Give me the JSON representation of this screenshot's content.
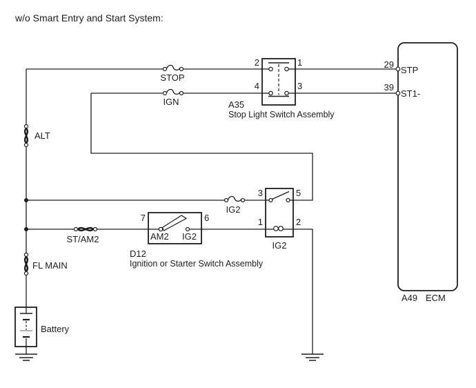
{
  "title": "w/o Smart Entry and Start System:",
  "stop_switch": {
    "code": "A35",
    "name": "Stop Light Switch Assembly",
    "pin_2": "2",
    "pin_1": "1",
    "pin_4": "4",
    "pin_3": "3"
  },
  "ignition_switch": {
    "code": "D12",
    "name": "Ignition or Starter Switch Assembly",
    "pin_7": "7",
    "pin_6": "6",
    "contact_am2": "AM2",
    "contact_ig2": "IG2"
  },
  "relay": {
    "label": "IG2",
    "pin_3": "3",
    "pin_5": "5",
    "pin_1": "1",
    "pin_2": "2"
  },
  "ecm": {
    "code": "A49",
    "name": "ECM",
    "pin_29": "29",
    "pin_39": "39",
    "terminal_stp": "STP",
    "terminal_st1": "ST1-"
  },
  "fuses": {
    "stop": "STOP",
    "ign": "IGN",
    "ig2": "IG2"
  },
  "fusible_links": {
    "alt": "ALT",
    "st_am2": "ST/AM2",
    "fl_main": "FL MAIN"
  },
  "battery": {
    "label": "Battery"
  }
}
